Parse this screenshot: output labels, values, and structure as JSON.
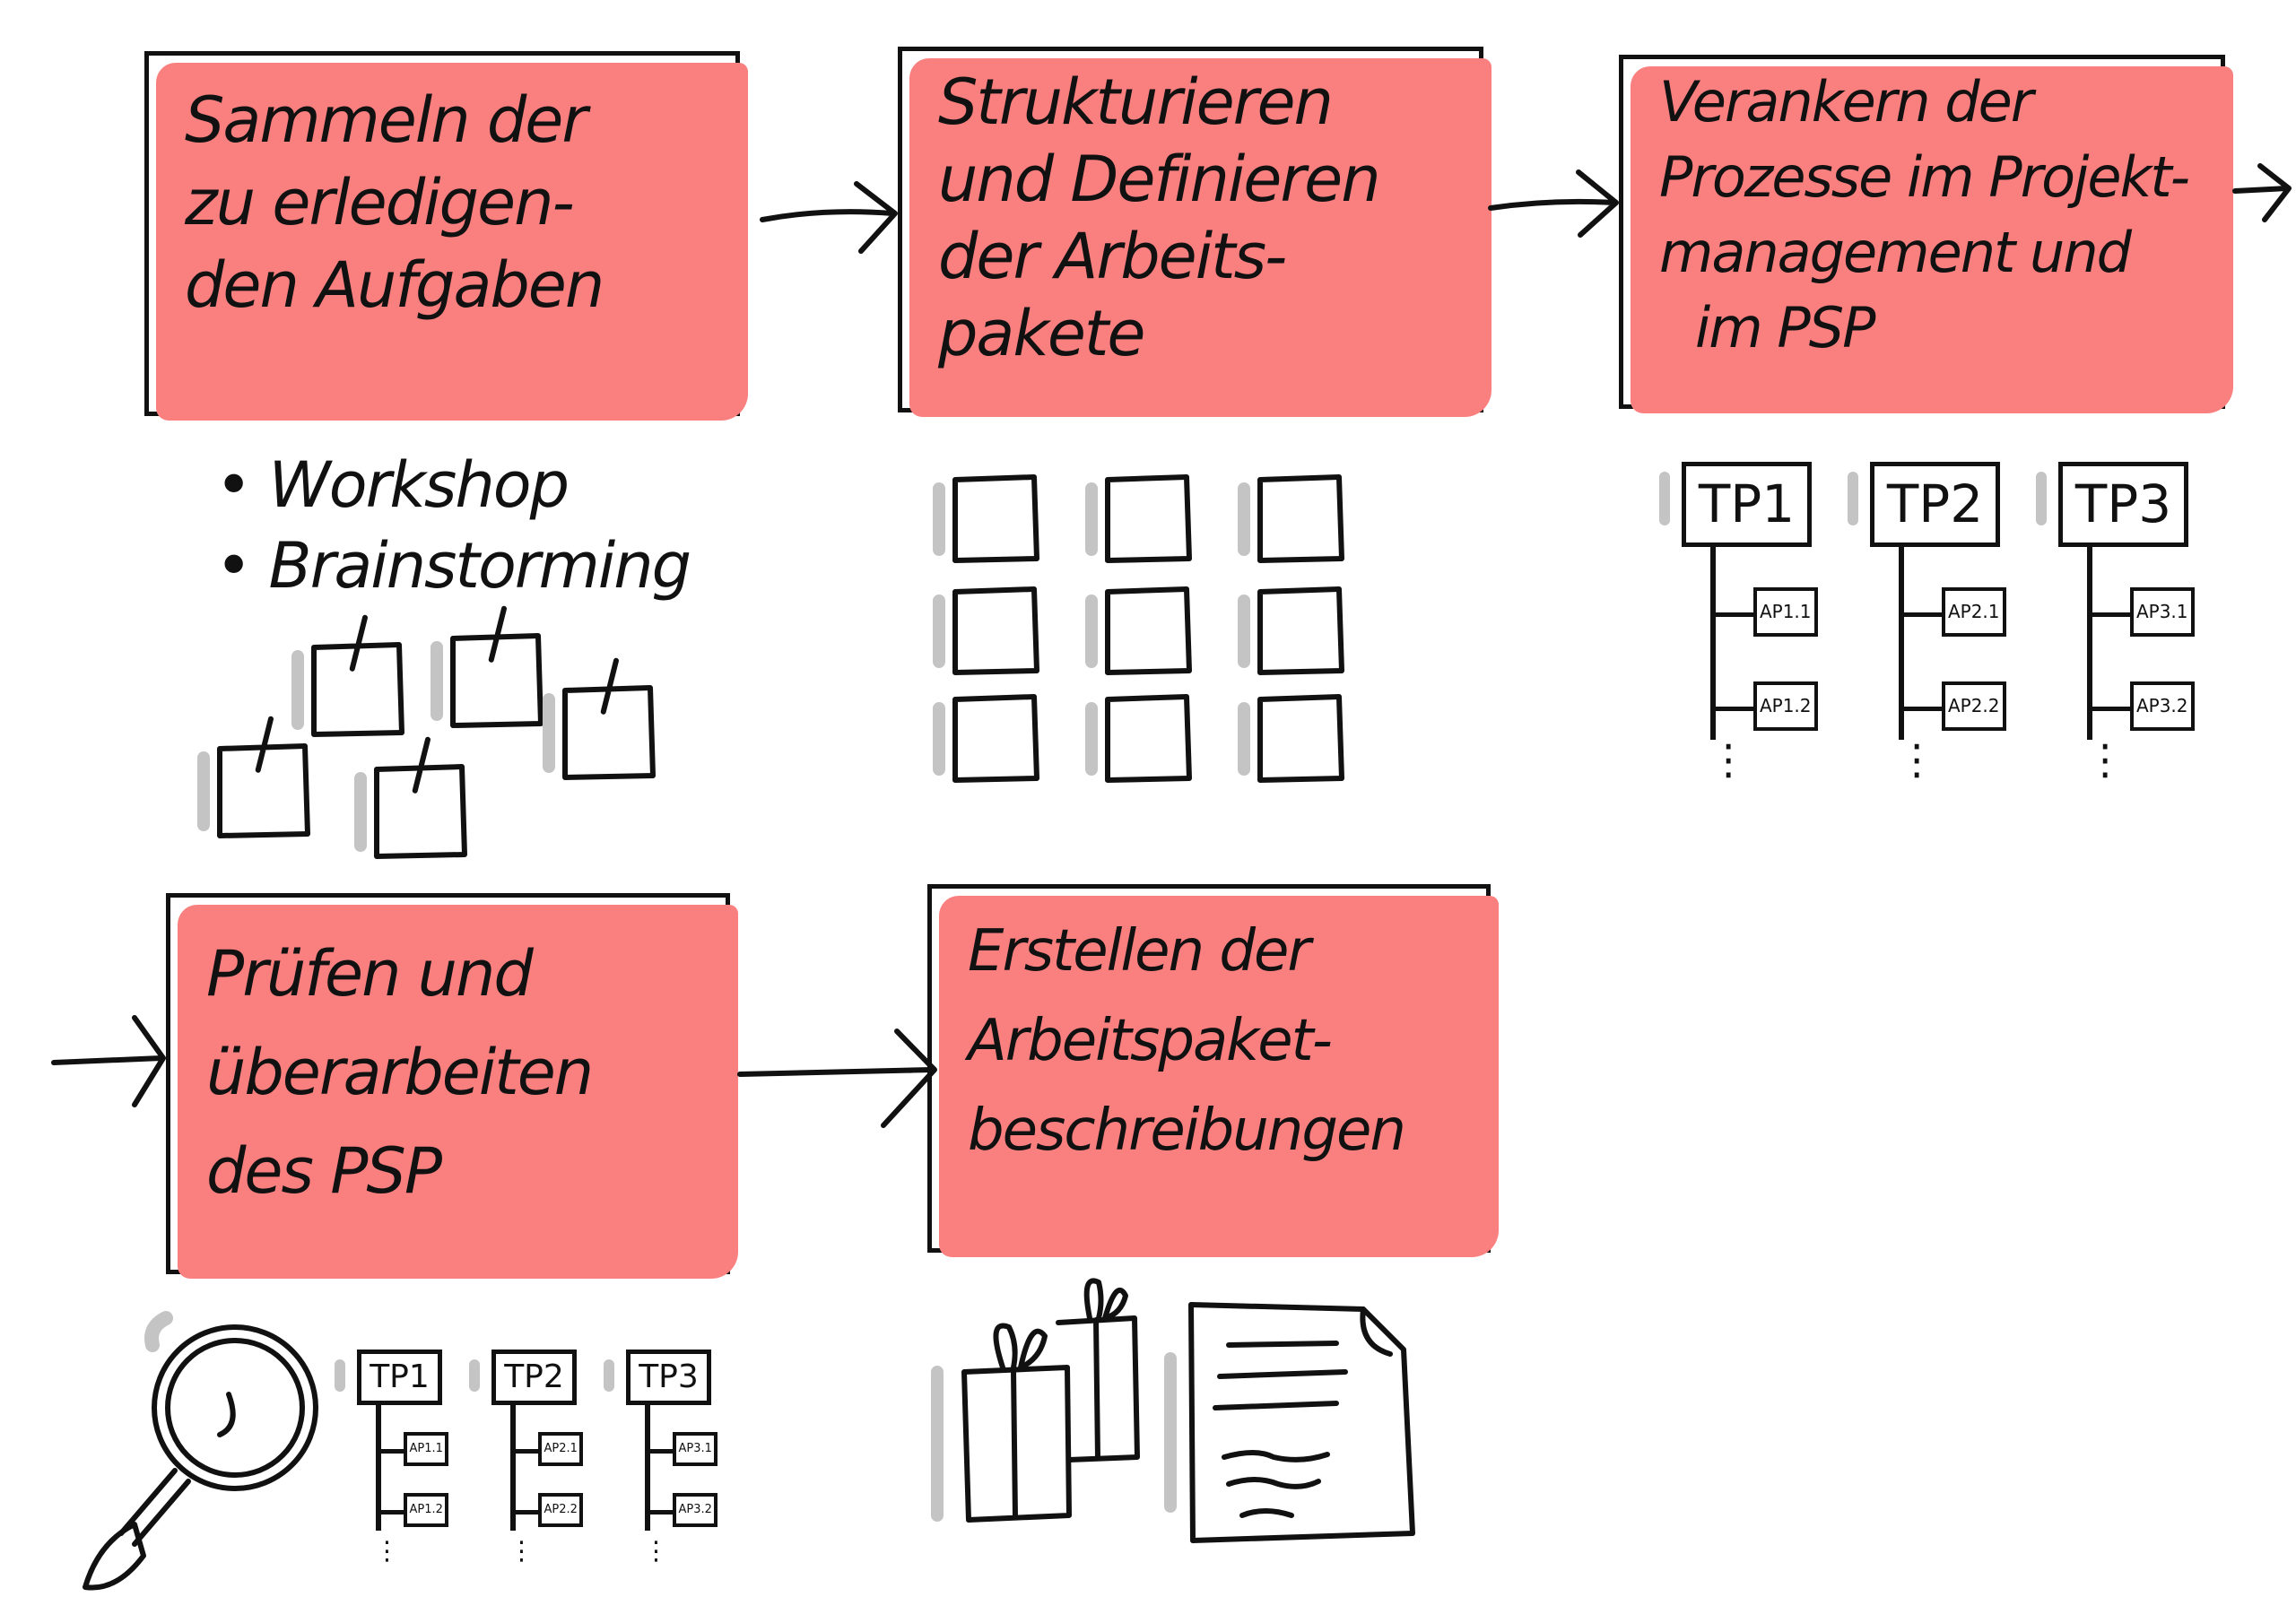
{
  "accent_color": "#fa8080",
  "steps": [
    {
      "lines": [
        "Sammeln der",
        "zu erledigen-",
        "den Aufgaben"
      ]
    },
    {
      "lines": [
        "Strukturieren",
        "und Definieren",
        "der Arbeits-",
        "pakete"
      ]
    },
    {
      "lines": [
        "Verankern der",
        "Prozesse im Projekt-",
        "management und",
        "im PSP"
      ]
    },
    {
      "lines": [
        "Prüfen und",
        "überarbeiten",
        "des PSP"
      ]
    },
    {
      "lines": [
        "Erstellen der",
        "Arbeitspaket-",
        "beschreibungen"
      ]
    }
  ],
  "bullets": [
    "Workshop",
    "Brainstorming"
  ],
  "trees": [
    {
      "tp": "TP1",
      "aps": [
        "AP1.1",
        "AP1.2"
      ],
      "more": "⋮"
    },
    {
      "tp": "TP2",
      "aps": [
        "AP2.1",
        "AP2.2"
      ],
      "more": "⋮"
    },
    {
      "tp": "TP3",
      "aps": [
        "AP3.1",
        "AP3.2"
      ],
      "more": "⋮"
    }
  ],
  "icons": [
    "checked-boxes-icon",
    "box-grid-icon",
    "magnifier-icon",
    "gift-icon",
    "document-icon"
  ]
}
